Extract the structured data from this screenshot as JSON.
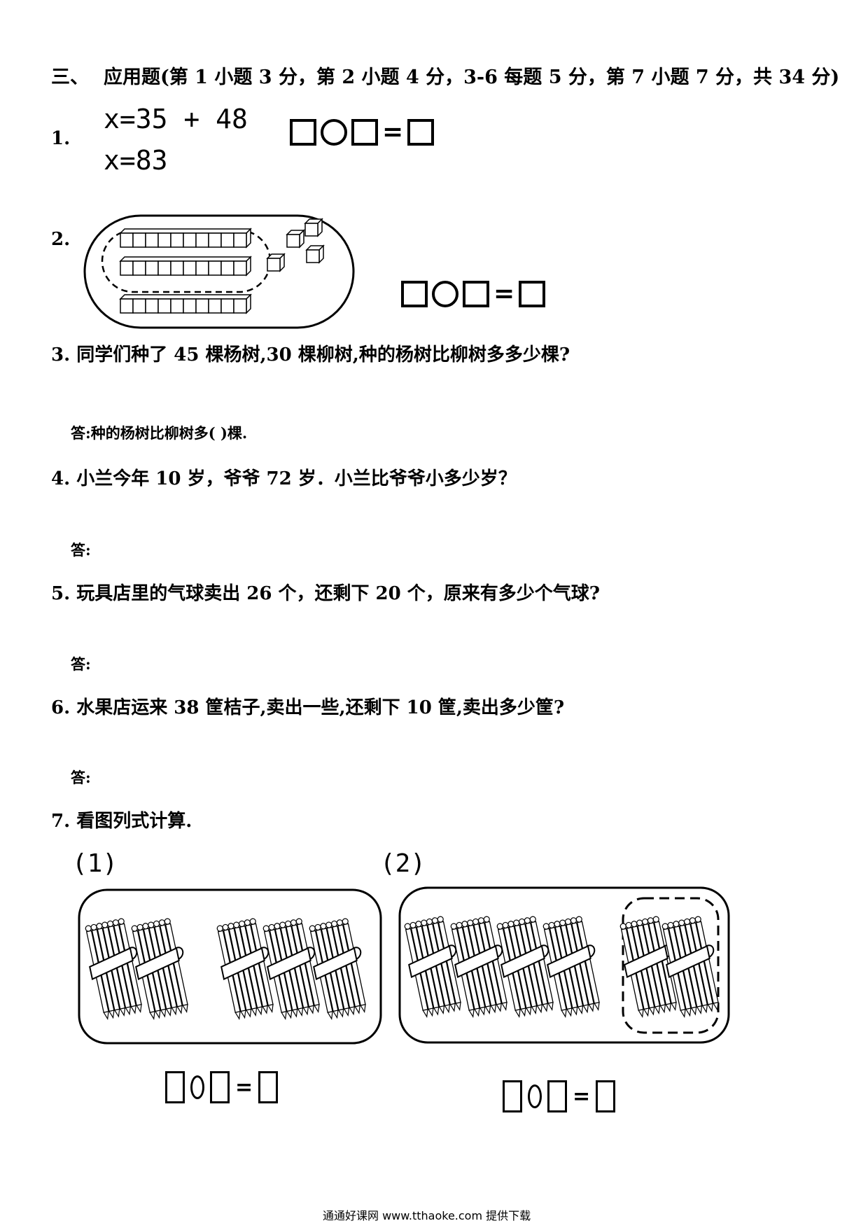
{
  "section": {
    "number": "三、",
    "title": "应用题(第 1 小题 3 分，第 2 小题 4 分，3-6 每题 5 分，第 7 小题 7 分，共 34 分)"
  },
  "q1": {
    "number": "1.",
    "line1": "x=35 + 48",
    "line2": "x=83",
    "equals": "="
  },
  "q2": {
    "number": "2.",
    "equals": "=",
    "rods_counts": [
      10,
      10,
      10
    ],
    "single_cubes": 4
  },
  "q3": {
    "text": "3. 同学们种了 45 棵杨树,30 棵柳树,种的杨树比柳树多多少棵?",
    "answer": "答:种的杨树比柳树多(      )棵."
  },
  "q4": {
    "text": "4. 小兰今年 10 岁，爷爷 72 岁．小兰比爷爷小多少岁？",
    "answer": "答:"
  },
  "q5": {
    "text": "5. 玩具店里的气球卖出 26 个，还剩下 20 个，原来有多少个气球?",
    "answer": "答:"
  },
  "q6": {
    "text": "6. 水果店运来 38 筐桔子,卖出一些,还剩下 10 筐,卖出多少筐?",
    "answer": "答:"
  },
  "q7": {
    "text": "7. 看图列式计算.",
    "part1_label": "(1)",
    "part2_label": "(2)",
    "equals": "=",
    "part1_bundles": {
      "left_group": 2,
      "right_group": 3
    },
    "part2_bundles": {
      "main_group": 4,
      "dashed_group": 2
    }
  },
  "footer": "通通好课网  www.tthaoke.com  提供下载"
}
